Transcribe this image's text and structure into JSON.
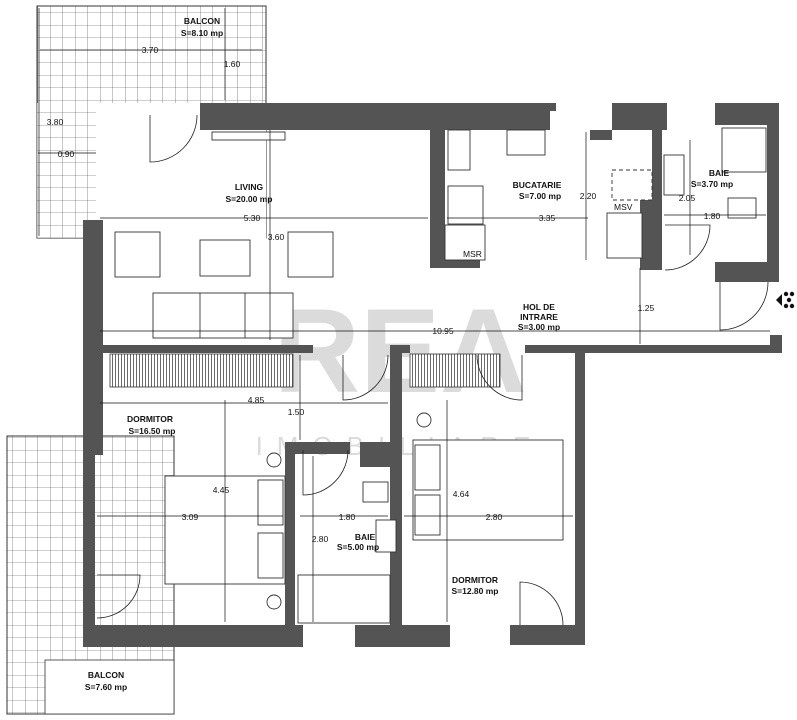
{
  "rooms": {
    "balcon_top": {
      "name": "BALCON",
      "area": "S=8.10 mp"
    },
    "living": {
      "name": "LIVING",
      "area": "S=20.00 mp"
    },
    "bucatarie": {
      "name": "BUCATARIE",
      "area": "S=7.00 mp"
    },
    "baie_top": {
      "name": "BAIE",
      "area": "S=3.70 mp"
    },
    "hol": {
      "name_line1": "HOL DE",
      "name_line2": "INTRARE",
      "area": "S=3.00 mp"
    },
    "dormitor_left": {
      "name": "DORMITOR",
      "area": "S=16.50 mp"
    },
    "baie_mid": {
      "name": "BAIE",
      "area": "S=5.00 mp"
    },
    "dormitor_right": {
      "name": "DORMITOR",
      "area": "S=12.80 mp"
    },
    "balcon_bottom": {
      "name": "BALCON",
      "area": "S=7.60 mp"
    }
  },
  "tags": {
    "msv": "MSV",
    "msr": "MSR"
  },
  "dimensions": {
    "balcon_top_width": "3.70",
    "balcon_top_depth": "1.60",
    "balcon_top_height": "3.80",
    "balcon_top_offset": "0.90",
    "living_width": "5.30",
    "living_height": "3.60",
    "kitchen_width": "3.35",
    "kitchen_height": "2.20",
    "bath_top_height": "2.05",
    "bath_top_width": "1.80",
    "hol_height": "1.25",
    "total_width": "10.95",
    "dormitor_left_width": "4.85",
    "corridor": "1.50",
    "dormitor_left_height": "4.45",
    "dormitor_left_inner": "3.09",
    "bath_mid_width": "1.80",
    "bath_mid_height": "2.80",
    "dormitor_right_height": "4.64",
    "dormitor_right_width": "2.80"
  },
  "watermark": {
    "main": "REA",
    "sub": "IMOBILIARE"
  }
}
